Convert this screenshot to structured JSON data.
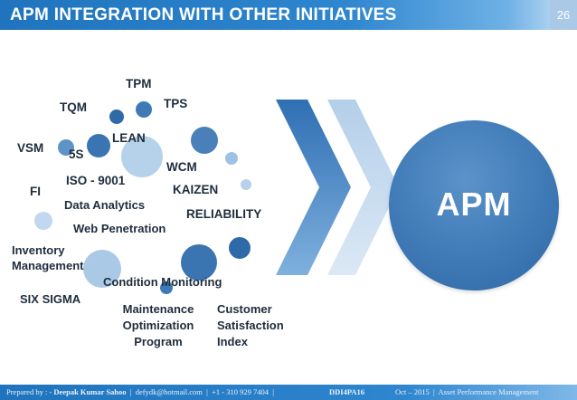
{
  "header": {
    "title": "APM INTEGRATION WITH OTHER INITIATIVES",
    "page_number": "26"
  },
  "initiatives": {
    "tpm": "TPM",
    "tqm": "TQM",
    "tps": "TPS",
    "lean": "LEAN",
    "vsm": "VSM",
    "five_s": "5S",
    "wcm": "WCM",
    "iso": "ISO - 9001",
    "fi": "FI",
    "kaizen": "KAIZEN",
    "data_analytics": "Data Analytics",
    "reliability": "RELIABILITY",
    "web_penetration": "Web Penetration",
    "inventory_line1": "Inventory",
    "inventory_line2": "Management",
    "condition_monitoring": "Condition Monitoring",
    "six_sigma": "SIX SIGMA",
    "mop_line1": "Maintenance",
    "mop_line2": "Optimization",
    "mop_line3": "Program",
    "csi_line1": "Customer",
    "csi_line2": "Satisfaction",
    "csi_line3": "Index"
  },
  "target": {
    "label": "APM"
  },
  "colors": {
    "header_blue": "#1f74bd",
    "circle_blue": "#3f7ab7",
    "text_dark": "#1e2d3d"
  },
  "footer": {
    "prepared_prefix": "Prepared by : -",
    "author": "Deepak Kumar Sahoo",
    "email": "defydk@hotmail.com",
    "phone": "+1 - 310 929 7404",
    "code": "DDI4PA16",
    "date": "Oct – 2015",
    "topic": "Asset Performance Management"
  }
}
